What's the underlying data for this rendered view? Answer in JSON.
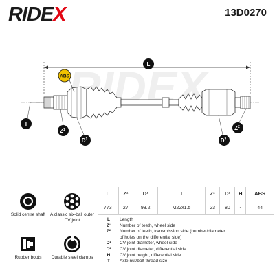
{
  "header": {
    "brand_prefix": "RIDE",
    "brand_x": "X",
    "part_number": "13D0270"
  },
  "diagram": {
    "length_label": "L",
    "abs_label": "ABS",
    "t_label": "T",
    "z1_label": "Z",
    "z1_sup": "1",
    "d1_label": "D",
    "d1_sup": "1",
    "d2_label": "D",
    "d2_sup": "2",
    "z2_label": "Z",
    "z2_sup": "2",
    "watermark": "RIDEX"
  },
  "features": [
    {
      "label": "Solid centre shaft",
      "icon": "solid-shaft-icon"
    },
    {
      "label": "A classic six-ball outer CV joint",
      "icon": "six-ball-joint-icon"
    },
    {
      "label": "Rubber boots",
      "icon": "rubber-boot-icon"
    },
    {
      "label": "Durable steel clamps",
      "icon": "steel-clamp-icon"
    }
  ],
  "spec_table": {
    "headers": [
      "L",
      "Z¹",
      "D¹",
      "T",
      "Z²",
      "D²",
      "H",
      "ABS"
    ],
    "values": [
      "773",
      "27",
      "93.2",
      "M22x1.5",
      "23",
      "80",
      "-",
      "44"
    ]
  },
  "legend": [
    {
      "key": "L",
      "desc": "Length"
    },
    {
      "key": "Z¹",
      "desc": "Number of teeth, wheel side"
    },
    {
      "key": "Z²",
      "desc": "Number of teeth, transmission side (number/diameter"
    },
    {
      "key": "",
      "desc": "of holes on the differential side)"
    },
    {
      "key": "D¹",
      "desc": "CV joint diameter, wheel side"
    },
    {
      "key": "D²",
      "desc": "CV joint diameter, differential side"
    },
    {
      "key": "H",
      "desc": "CV joint height, differential side"
    },
    {
      "key": "T",
      "desc": "Axle nut/bolt thread size"
    }
  ],
  "colors": {
    "accent": "#e30613",
    "text": "#1a1a1a",
    "badge": "#111111",
    "abs_badge": "#f2c200",
    "line": "#cfcfcf"
  }
}
